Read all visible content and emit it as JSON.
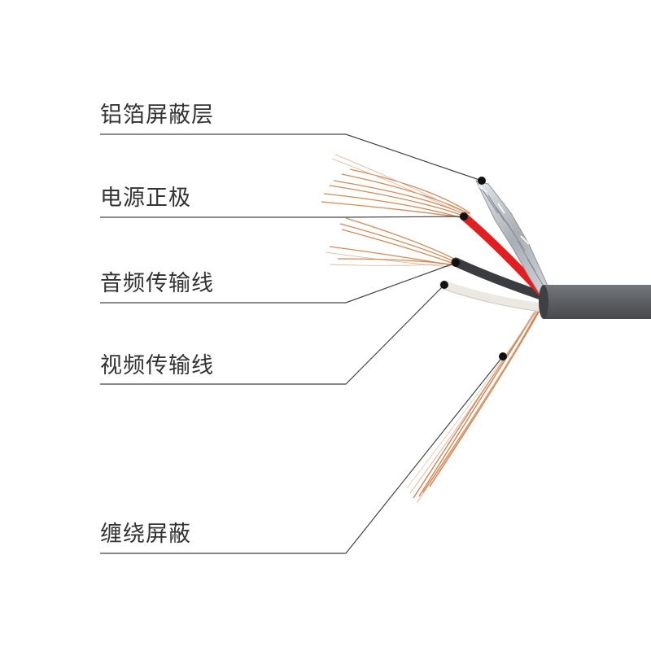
{
  "labels": {
    "aluminum_foil_shield": "铝箔屏蔽层",
    "power_positive": "电源正极",
    "audio_line": "音频传输线",
    "video_line": "视频传输线",
    "braided_shield": "缠绕屏蔽"
  },
  "colors": {
    "text": "#333333",
    "leader_line": "#444444",
    "dot": "#111111",
    "cable_jacket": "#5e6165",
    "red_wire": "#e02020",
    "black_wire": "#3a3c3f",
    "white_wire": "#ece8e2",
    "copper": "#c9773f",
    "foil": "#c8ccd2"
  }
}
